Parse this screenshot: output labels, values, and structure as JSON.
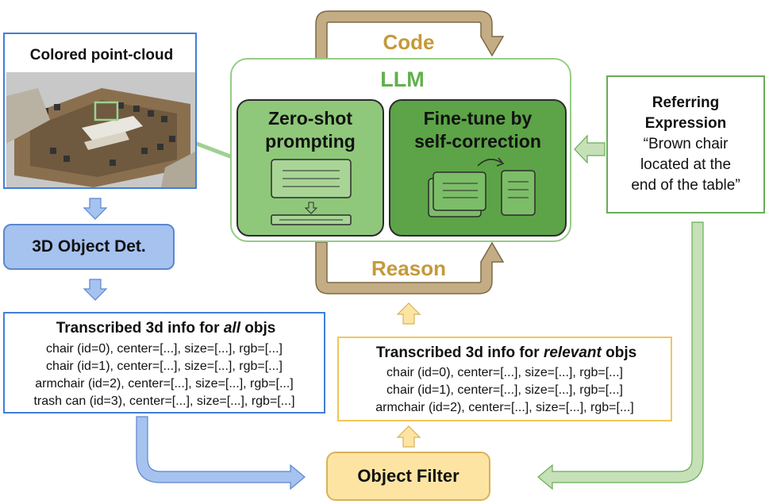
{
  "pointcloud": {
    "title": "Colored point-cloud"
  },
  "detection": {
    "label": "3D Object Det."
  },
  "all_objs": {
    "title_prefix": "Transcribed 3d info for ",
    "title_emph": "all",
    "title_suffix": " objs",
    "lines": [
      "chair (id=0), center=[...], size=[...], rgb=[...]",
      "chair (id=1), center=[...], size=[...], rgb=[...]",
      "armchair (id=2), center=[...], size=[...], rgb=[...]",
      "trash can (id=3), center=[...], size=[...], rgb=[...]"
    ]
  },
  "llm": {
    "title": "LLM",
    "zero_shot": [
      "Zero-shot",
      "prompting"
    ],
    "fine_tune": [
      "Fine-tune by",
      "self-correction"
    ]
  },
  "loop": {
    "code": "Code",
    "reason": "Reason"
  },
  "referring": {
    "title": [
      "Referring",
      "Expression"
    ],
    "quote": [
      "“Brown chair",
      "located at the",
      "end of the table”"
    ]
  },
  "relevant_objs": {
    "title_prefix": "Transcribed 3d info for ",
    "title_emph": "relevant",
    "title_suffix": " objs",
    "lines": [
      "chair (id=0), center=[...], size=[...], rgb=[...]",
      "chair (id=1), center=[...], size=[...], rgb=[...]",
      "armchair (id=2), center=[...], size=[...], rgb=[...]"
    ]
  },
  "filter": {
    "label": "Object Filter"
  },
  "colors": {
    "blue_border": "#3f7fd9",
    "blue_fill": "#a6c2ef",
    "green_border": "#95cc85",
    "light_green": "#8fc87a",
    "dark_green": "#5ca447",
    "gold": "#c49a3a",
    "yellow_fill": "#fde4a3",
    "yellow_border": "#f1c65a"
  }
}
